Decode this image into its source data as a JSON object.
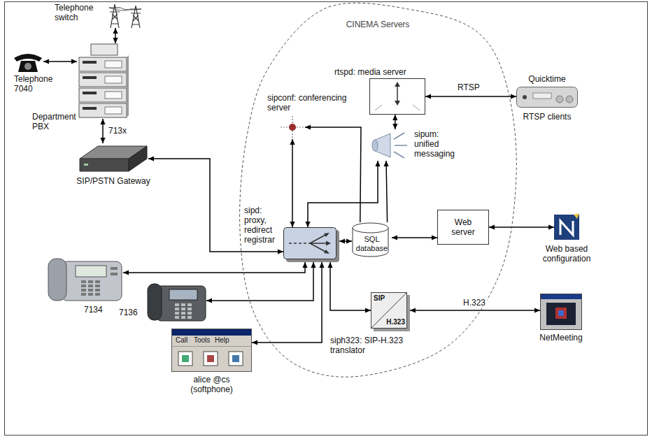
{
  "diagram": {
    "nodes": [
      {
        "text": [
          "CINEMA Servers"
        ]
      },
      {
        "text": [
          "Telephone switch"
        ]
      },
      {
        "text": [
          "Telephone 7040"
        ]
      },
      {
        "text": [
          "Department PBX"
        ]
      },
      {
        "text": [
          "SIP/PSTN Gateway"
        ]
      },
      {
        "text": [
          "sipconf: conferencing server"
        ],
        "in": 0
      },
      {
        "text": [
          "rtspd: media server"
        ],
        "in": 0
      },
      {
        "text": [
          "sipum: unified messaging"
        ],
        "in": 0
      },
      {
        "text": [
          "sipd: proxy, redirect registrar"
        ],
        "in": 0
      },
      {
        "text": [
          "SQL database"
        ],
        "in": 0
      },
      {
        "text": [
          "Web server"
        ],
        "in": 0
      },
      {
        "text": [
          "SIP",
          "H.323",
          "siph323: SIP-H.323 translator"
        ],
        "in": 0
      },
      {
        "text": [
          "Quicktime",
          "RTSP clients"
        ]
      },
      {
        "text": [
          "Web based configuration"
        ]
      },
      {
        "text": [
          "NetMeeting"
        ]
      },
      {
        "text": [
          "7134"
        ]
      },
      {
        "text": [
          "7136"
        ]
      },
      {
        "text": [
          "Call",
          "Tools",
          "Help",
          "alice @cs (softphone)"
        ]
      }
    ],
    "edges": [
      {
        "from": 1,
        "to": 3,
        "arrow": "both"
      },
      {
        "from": 2,
        "to": 3,
        "arrow": "both"
      },
      {
        "from": 3,
        "to": 4,
        "label": "713x",
        "arrow": "both"
      },
      {
        "from": 4,
        "to": 8,
        "arrow": "both"
      },
      {
        "from": 8,
        "to": 5,
        "arrow": "both"
      },
      {
        "from": 9,
        "to": 5,
        "arrow": "to"
      },
      {
        "from": 8,
        "to": 7,
        "arrow": "both"
      },
      {
        "from": 9,
        "to": 7,
        "arrow": "to"
      },
      {
        "from": 8,
        "to": 9,
        "arrow": "both"
      },
      {
        "from": 9,
        "to": 10,
        "arrow": "both"
      },
      {
        "from": 10,
        "to": 13,
        "arrow": "both"
      },
      {
        "from": 6,
        "to": 12,
        "label": "RTSP",
        "arrow": "both"
      },
      {
        "from": 6,
        "to": 7,
        "arrow": "both"
      },
      {
        "from": 15,
        "to": 8,
        "arrow": "both"
      },
      {
        "from": 16,
        "to": 8,
        "arrow": "both"
      },
      {
        "from": 17,
        "to": 8,
        "arrow": "both"
      },
      {
        "from": 8,
        "to": 11,
        "arrow": "both"
      },
      {
        "from": 11,
        "to": 14,
        "label": "H.323",
        "arrow": "both"
      }
    ]
  }
}
